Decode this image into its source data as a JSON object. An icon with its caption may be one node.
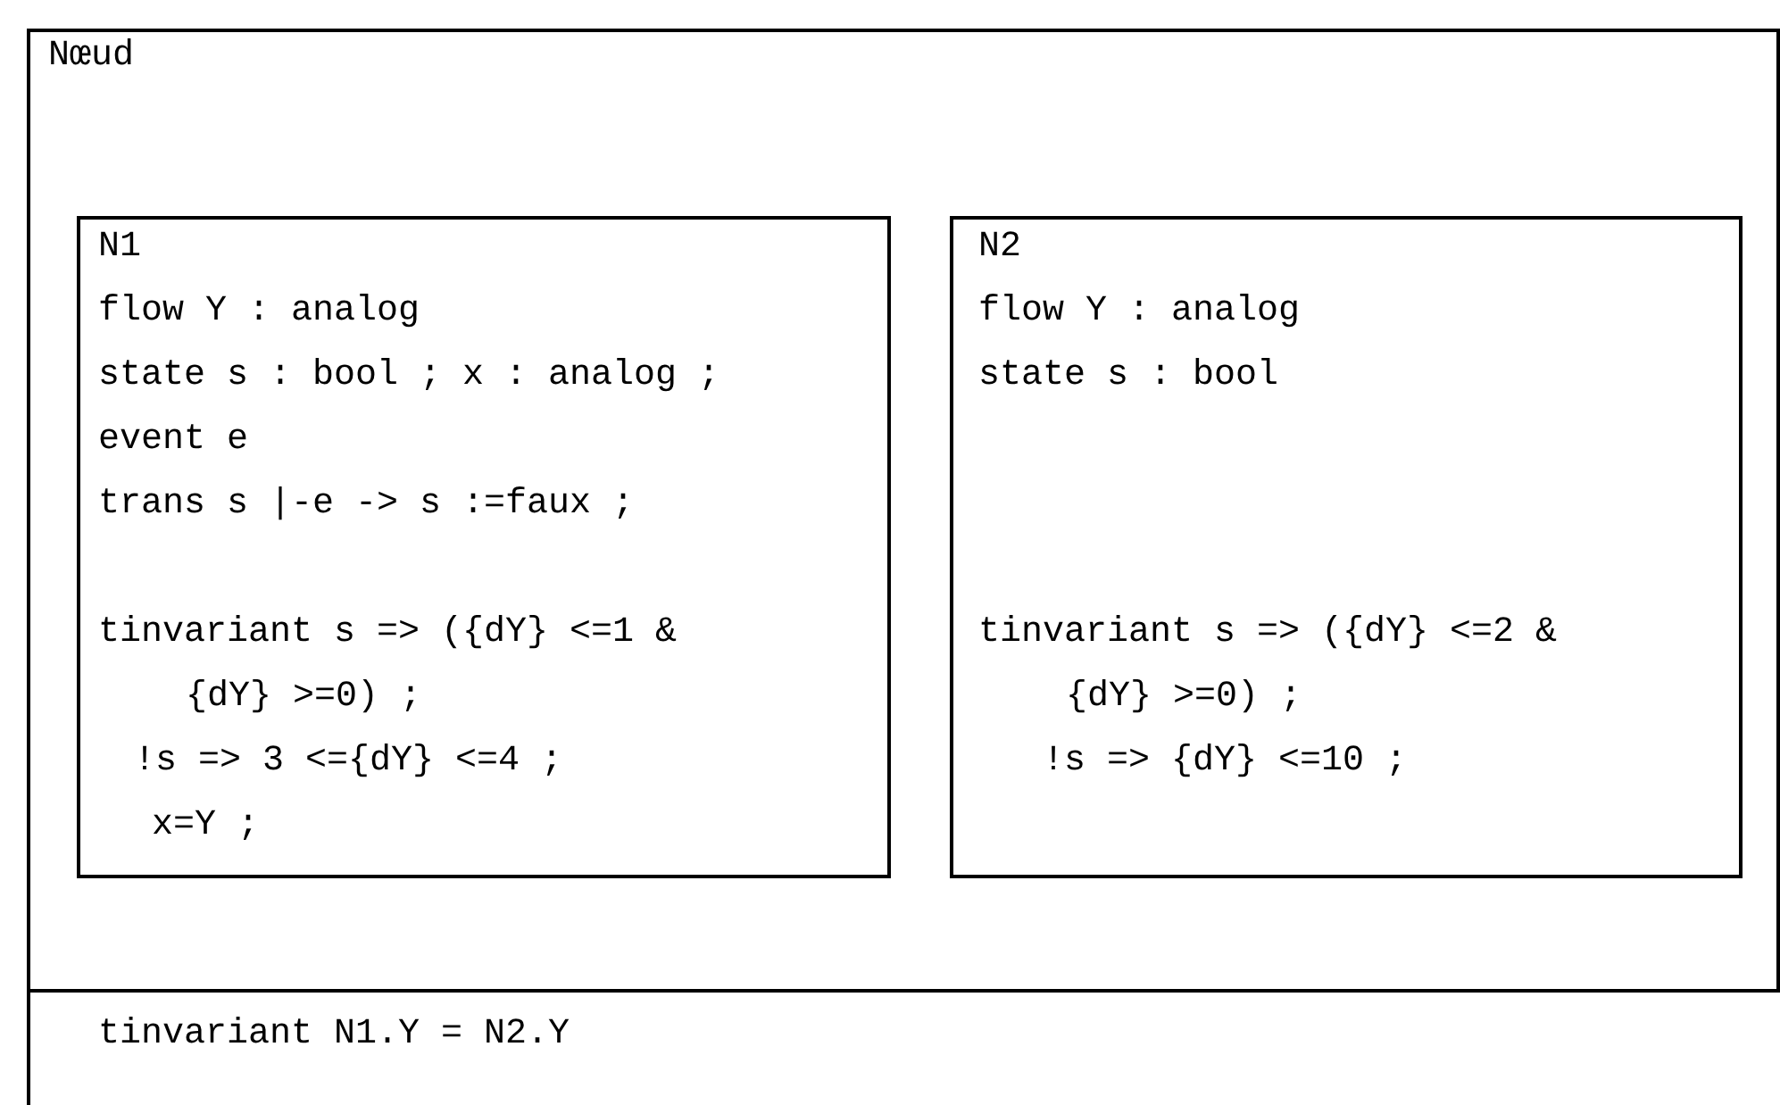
{
  "diagram": {
    "nodes": [
      {
        "text": [
          "Nœud"
        ]
      },
      {
        "text": [
          "N1",
          "flow Y : analog",
          "state s : bool ; x : analog ;",
          "event e",
          "trans s |-e -> s :=faux ;",
          "tinvariant s => ({dY} <=1 &",
          "{dY} >=0) ;",
          "!s => 3 <={dY} <=4 ;",
          "x=Y ;"
        ],
        "in": 0
      },
      {
        "text": [
          "N2",
          "flow Y : analog",
          "state s : bool",
          "tinvariant s => ({dY} <=2 &",
          "{dY} >=0) ;",
          "!s => {dY} <=10 ;"
        ],
        "in": 0
      }
    ],
    "labels": [
      "tinvariant N1.Y = N2.Y"
    ]
  }
}
